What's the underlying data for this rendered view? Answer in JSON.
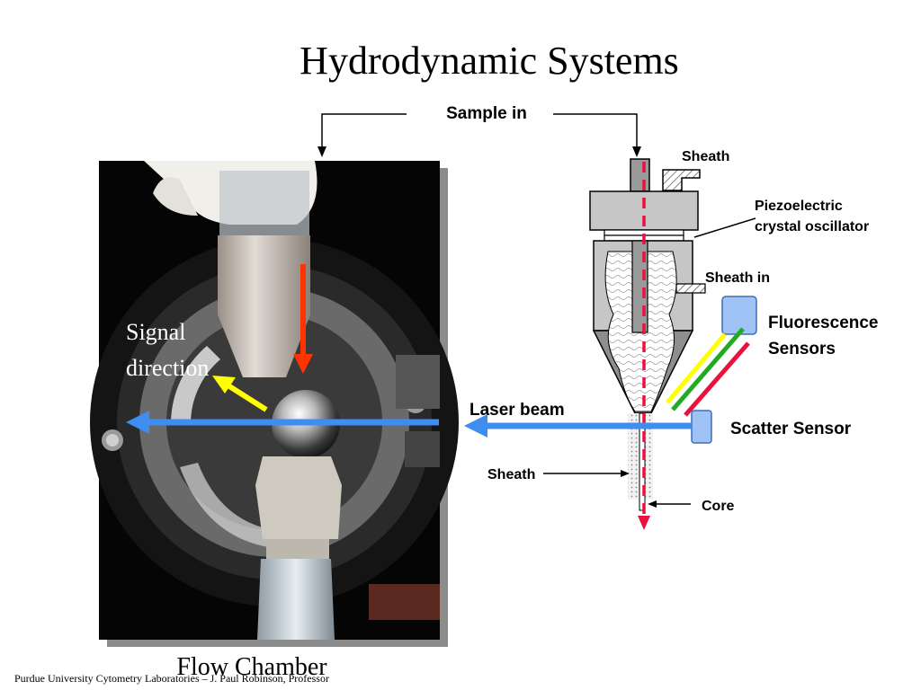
{
  "slide": {
    "title": "Hydrodynamic Systems",
    "photo_caption": "Flow Chamber",
    "footer": "Purdue University Cytometry Laboratories – J. Paul Robinson, Professor"
  },
  "photo": {
    "signal_label_line1": "Signal",
    "signal_label_line2": "direction",
    "description": "photograph of flow chamber"
  },
  "labels": {
    "sample_in": "Sample in",
    "sheath_top": "Sheath",
    "piezo_line1": "Piezoelectric",
    "piezo_line2": "crystal oscillator",
    "sheath_in": "Sheath in",
    "fluorescence_line1": "Fluorescence",
    "fluorescence_line2": "Sensors",
    "laser_beam": "Laser beam",
    "scatter_sensor": "Scatter Sensor",
    "sheath_bottom": "Sheath",
    "core": "Core"
  },
  "colors": {
    "laser_arrow": "#3d8ef0",
    "sample_stream": "#e8123c",
    "signal_arrow": "#ffff00",
    "flow_arrow_photo": "#ff3300",
    "sensor_fill": "#9fc3f5",
    "fluor_yellow": "#ffff00",
    "fluor_green": "#22aa22",
    "fluor_red": "#e8123c"
  }
}
